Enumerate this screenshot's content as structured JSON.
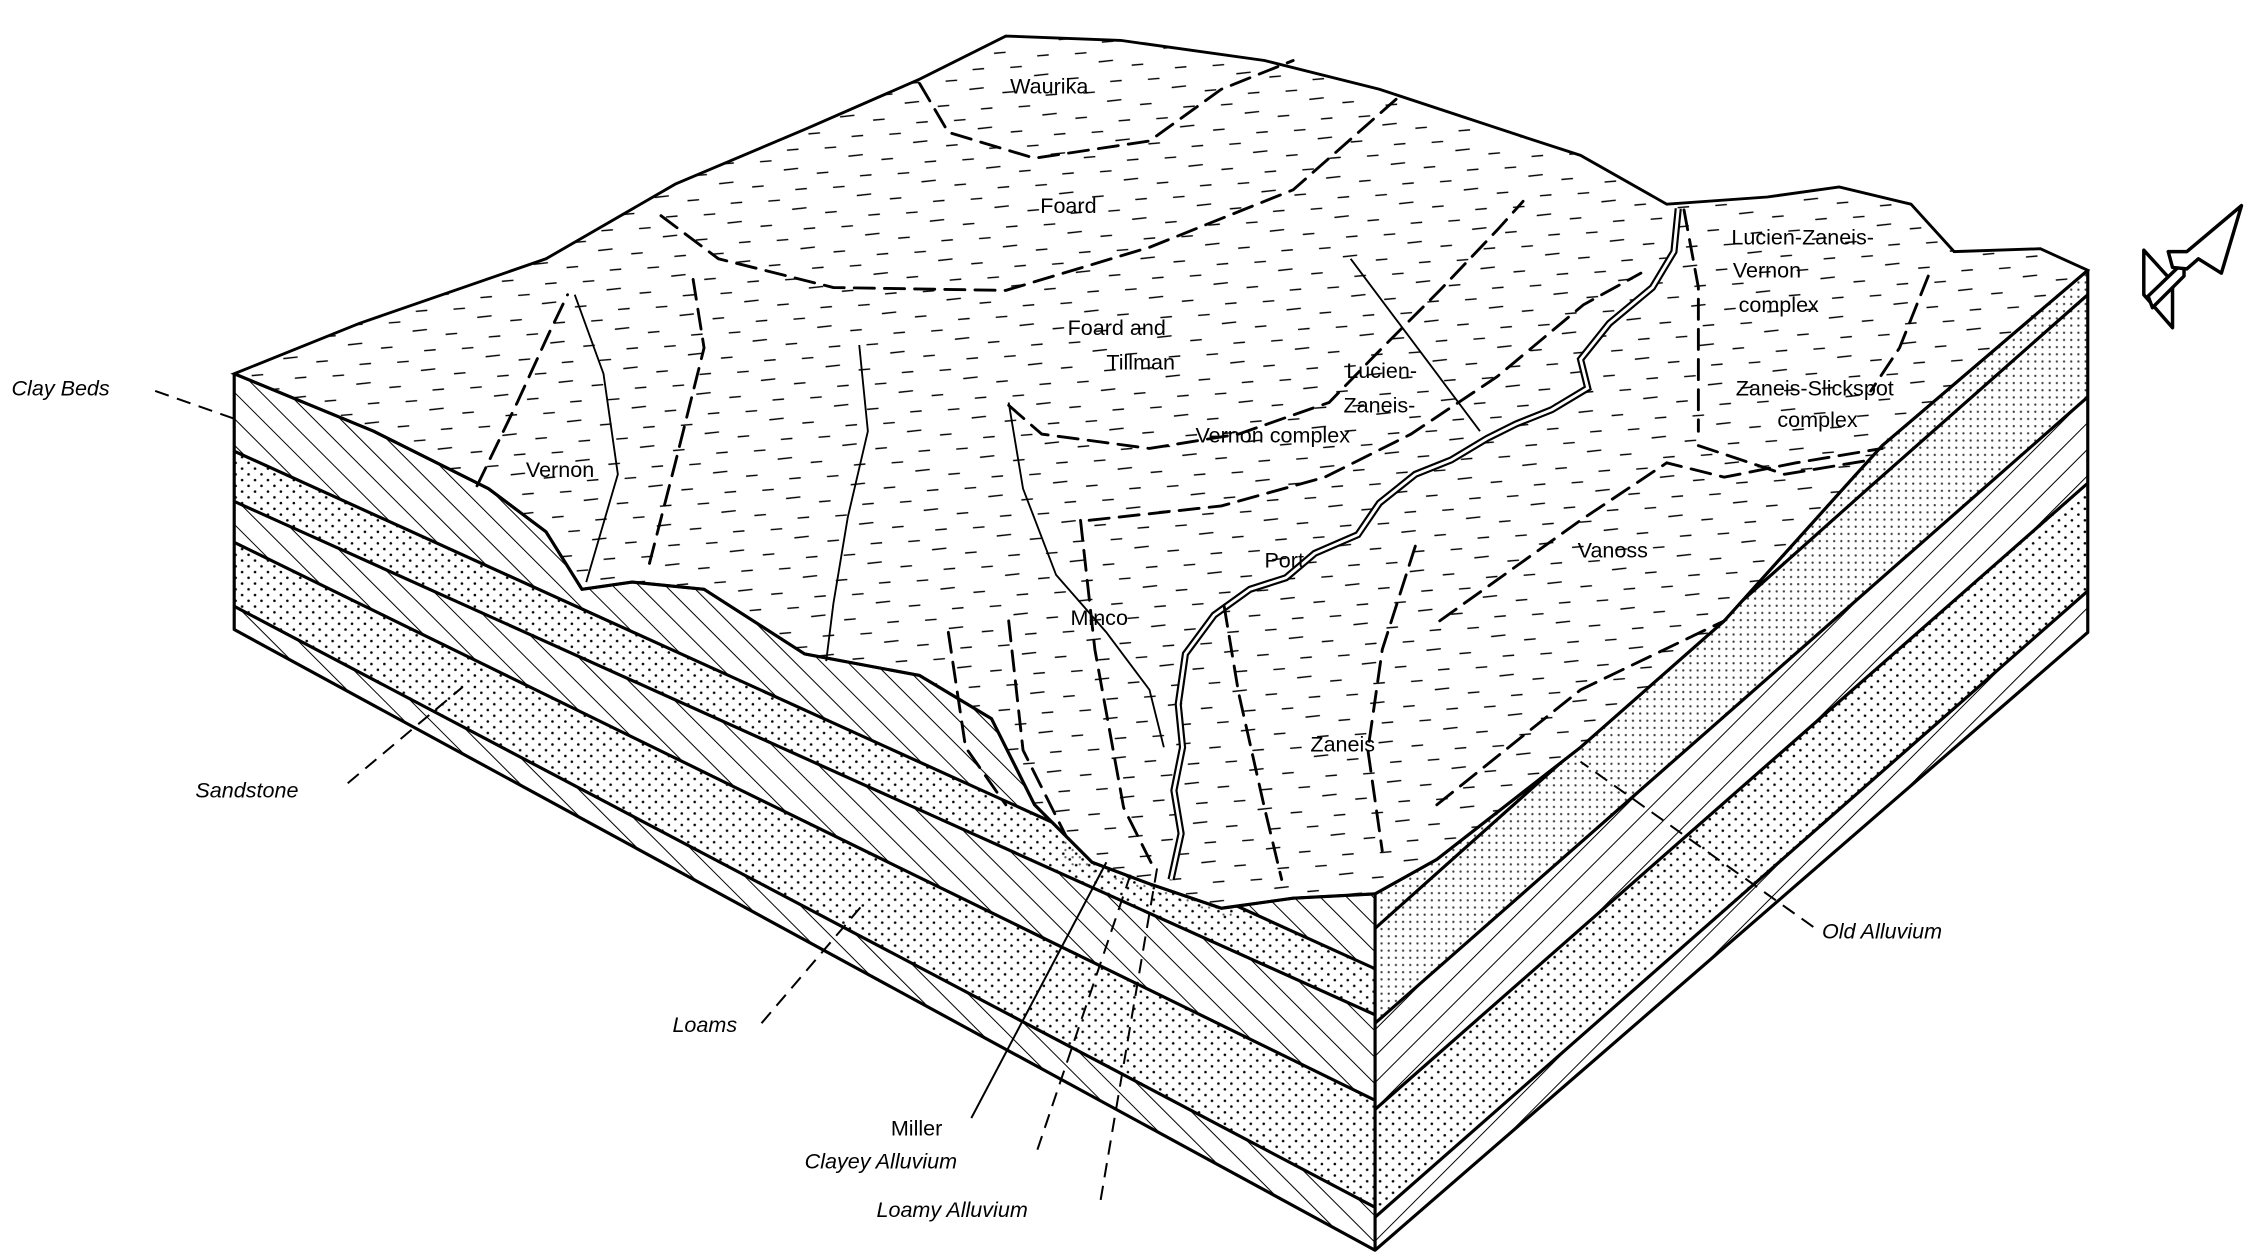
{
  "diagram": {
    "soil_labels": {
      "waurika": "Waurika",
      "foard": "Foard",
      "foard_tillman": [
        "Foard and",
        "Tillman"
      ],
      "lucien_left": [
        "Lucien-",
        "Zaneis-",
        "Vernon complex"
      ],
      "lucien_right": [
        "Lucien-Zaneis-",
        "Vernon",
        "complex"
      ],
      "zaneis_slickspot": [
        "Zaneis-Slickspot",
        "complex"
      ],
      "vernon": "Vernon",
      "minco": "Minco",
      "port": "Port",
      "vanoss": "Vanoss",
      "zaneis": "Zaneis"
    },
    "material_labels": {
      "clay_beds": "Clay Beds",
      "sandstone": "Sandstone",
      "loams": "Loams",
      "miller": "Miller",
      "clayey_alluvium": "Clayey Alluvium",
      "loamy_alluvium": "Loamy Alluvium",
      "old_alluvium": "Old Alluvium"
    },
    "north_arrow_icon": "north-arrow-icon"
  }
}
